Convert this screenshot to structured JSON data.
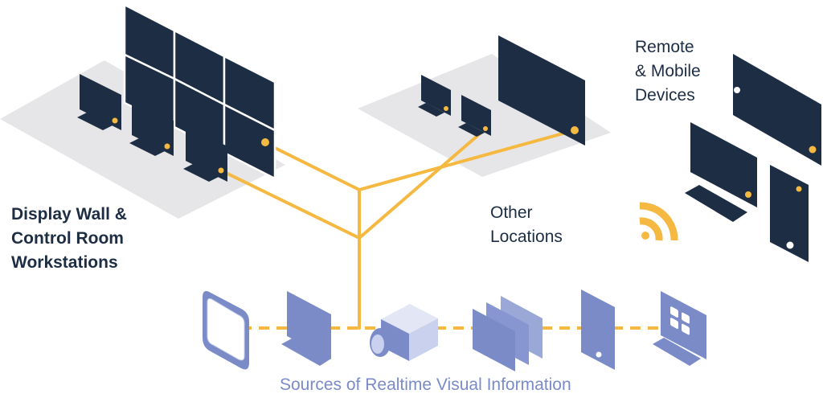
{
  "labels": {
    "display_wall": [
      "Display Wall &",
      "Control Room",
      "Workstations"
    ],
    "other_locations": [
      "Other",
      "Locations"
    ],
    "remote_mobile": [
      "Remote",
      "& Mobile",
      "Devices"
    ],
    "sources": "Sources of Realtime Visual Information"
  },
  "colors": {
    "navy": "#1c2d44",
    "accent_orange": "#f5b942",
    "platform_gray": "#e6e6e8",
    "source_blue": "#7a8bc8",
    "source_blue_light": "#c9d1ee"
  },
  "icons": {
    "wifi": "wifi-icon",
    "camera": "camera-icon",
    "tablet": "tablet-icon",
    "grid_app": "app-grid-icon"
  }
}
